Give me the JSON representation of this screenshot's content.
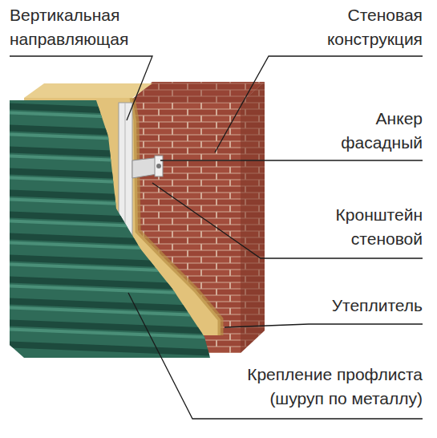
{
  "diagram": {
    "labels": [
      "Вертикальная направляющая",
      "Стеновая конструкция",
      "Анкер фасадный",
      "Кронштейн стеновой",
      "Утеплитель",
      "Крепление профлиста (шуруп по металлу)"
    ]
  }
}
